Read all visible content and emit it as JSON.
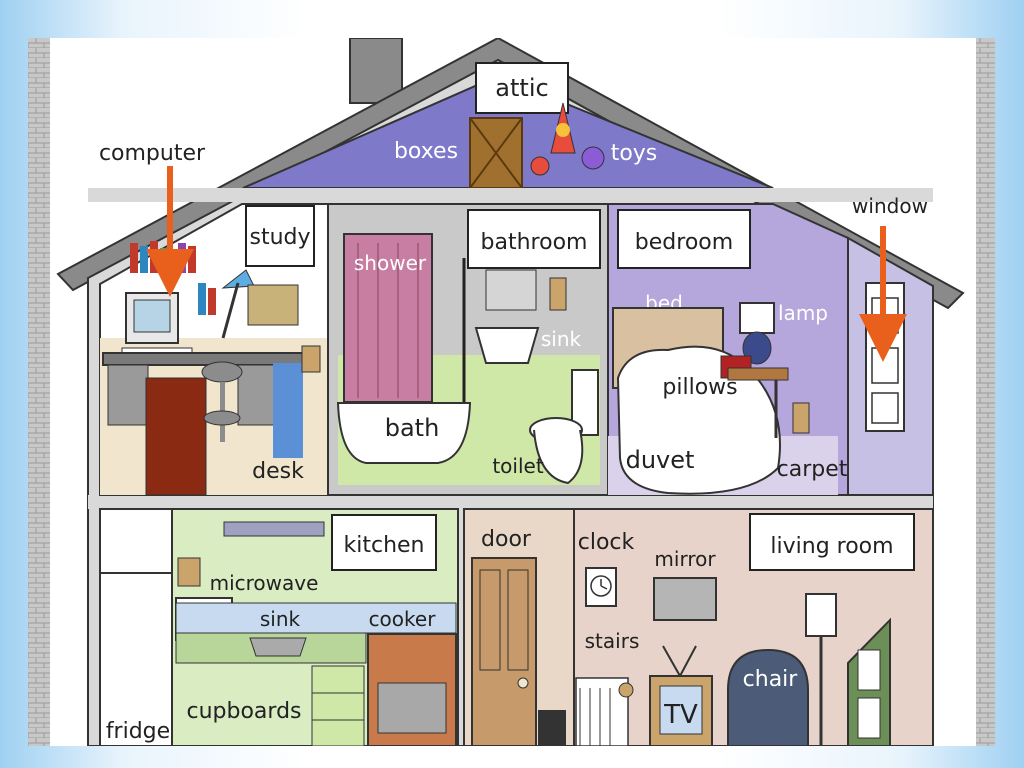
{
  "title": "Inside my House",
  "labels": {
    "attic": "attic",
    "boxes": "boxes",
    "toys": "toys",
    "computer": "computer",
    "window": "window",
    "study": "study",
    "bathroom": "bathroom",
    "bedroom": "bedroom",
    "shower": "shower",
    "sink_bath": "sink",
    "bath": "bath",
    "toilet": "toilet",
    "bed": "bed",
    "lamp": "lamp",
    "pillows": "pillows",
    "duvet": "duvet",
    "carpet": "carpet",
    "desk": "desk",
    "kitchen": "kitchen",
    "microwave": "microwave",
    "sink_kitchen": "sink",
    "cooker": "cooker",
    "cupboards": "cupboards",
    "fridge": "fridge",
    "door": "door",
    "clock": "clock",
    "mirror": "mirror",
    "living_room": "living room",
    "stairs": "stairs",
    "chair": "chair",
    "tv": "TV"
  },
  "colors": {
    "attic": "#7e79c9",
    "study": "#ffffff",
    "bathroom": "#c9c9c9",
    "bathroom_floor": "#cfe8a8",
    "bedroom": "#b5a6db",
    "kitchen": "#d9ecc2",
    "hall": "#e9d8c8",
    "living": "#e7d3c9",
    "roof": "#7e7e7e",
    "arrow": "#e8601c"
  }
}
